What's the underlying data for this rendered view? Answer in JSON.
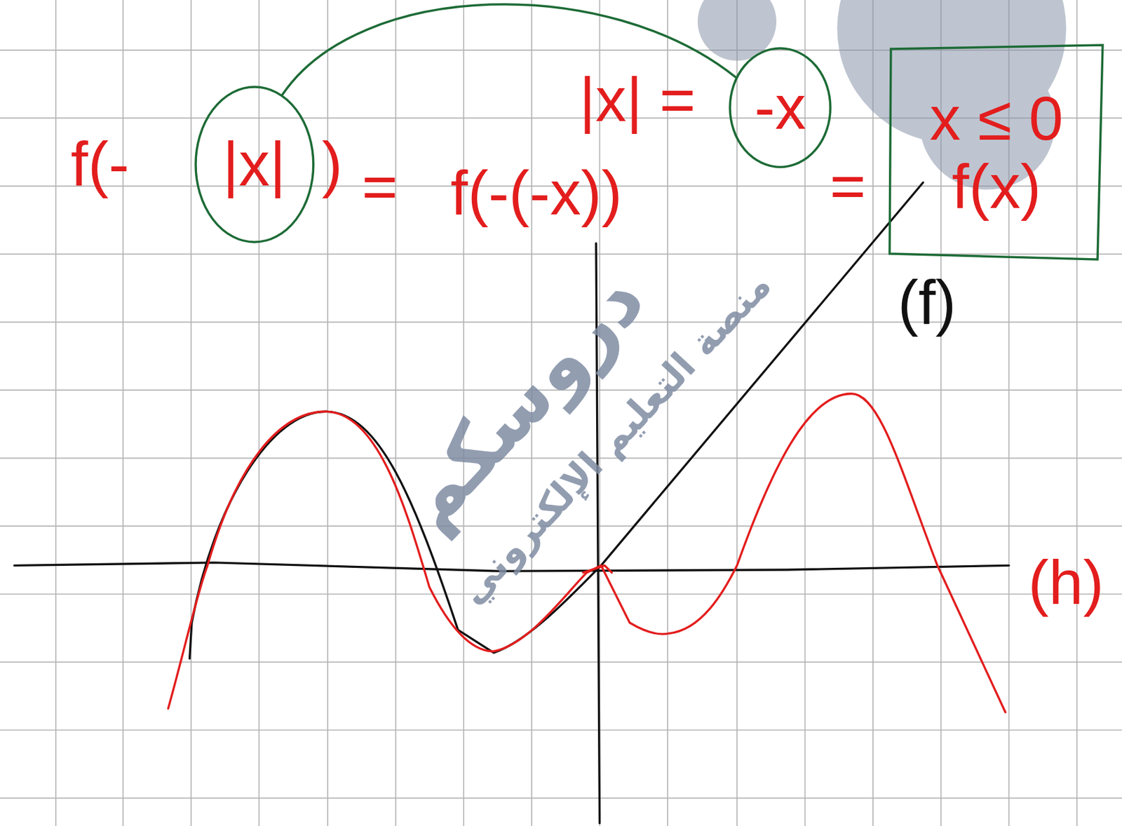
{
  "diagram": {
    "nodes": [
      {
        "text": [
          "|x|"
        ]
      },
      {
        "text": [
          "-x"
        ]
      },
      {
        "text": [
          "x ≤ 0",
          "f(x)"
        ]
      }
    ],
    "edges": [
      {
        "from": 0,
        "to": 1,
        "arrow": "none"
      }
    ],
    "labels": [
      "f(-",
      ")",
      "=",
      "f(-(-x))",
      "=",
      "|x| =",
      "(f)",
      "(h)",
      "دروسكم",
      "منصة التعليم الإلكتروني"
    ]
  }
}
